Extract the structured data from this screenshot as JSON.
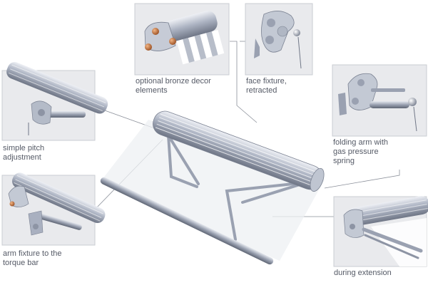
{
  "captions": {
    "bronze_decor": [
      "optional bronze decor",
      "elements"
    ],
    "face_fixture": [
      "face fixture,",
      "retracted"
    ],
    "pitch": [
      "simple pitch",
      "adjustment"
    ],
    "folding_arm": [
      "folding arm with",
      "gas pressure",
      "spring"
    ],
    "torque_bar": [
      "arm fixture to the",
      "torque bar"
    ],
    "extension": [
      "during extension"
    ]
  },
  "colors": {
    "panel": "#e9eaed",
    "metal": "#a9b0c0",
    "metal_dark": "#6f7686",
    "bronze": "#c8743e",
    "caption": "#555a66",
    "leader": "#8a8f99"
  }
}
